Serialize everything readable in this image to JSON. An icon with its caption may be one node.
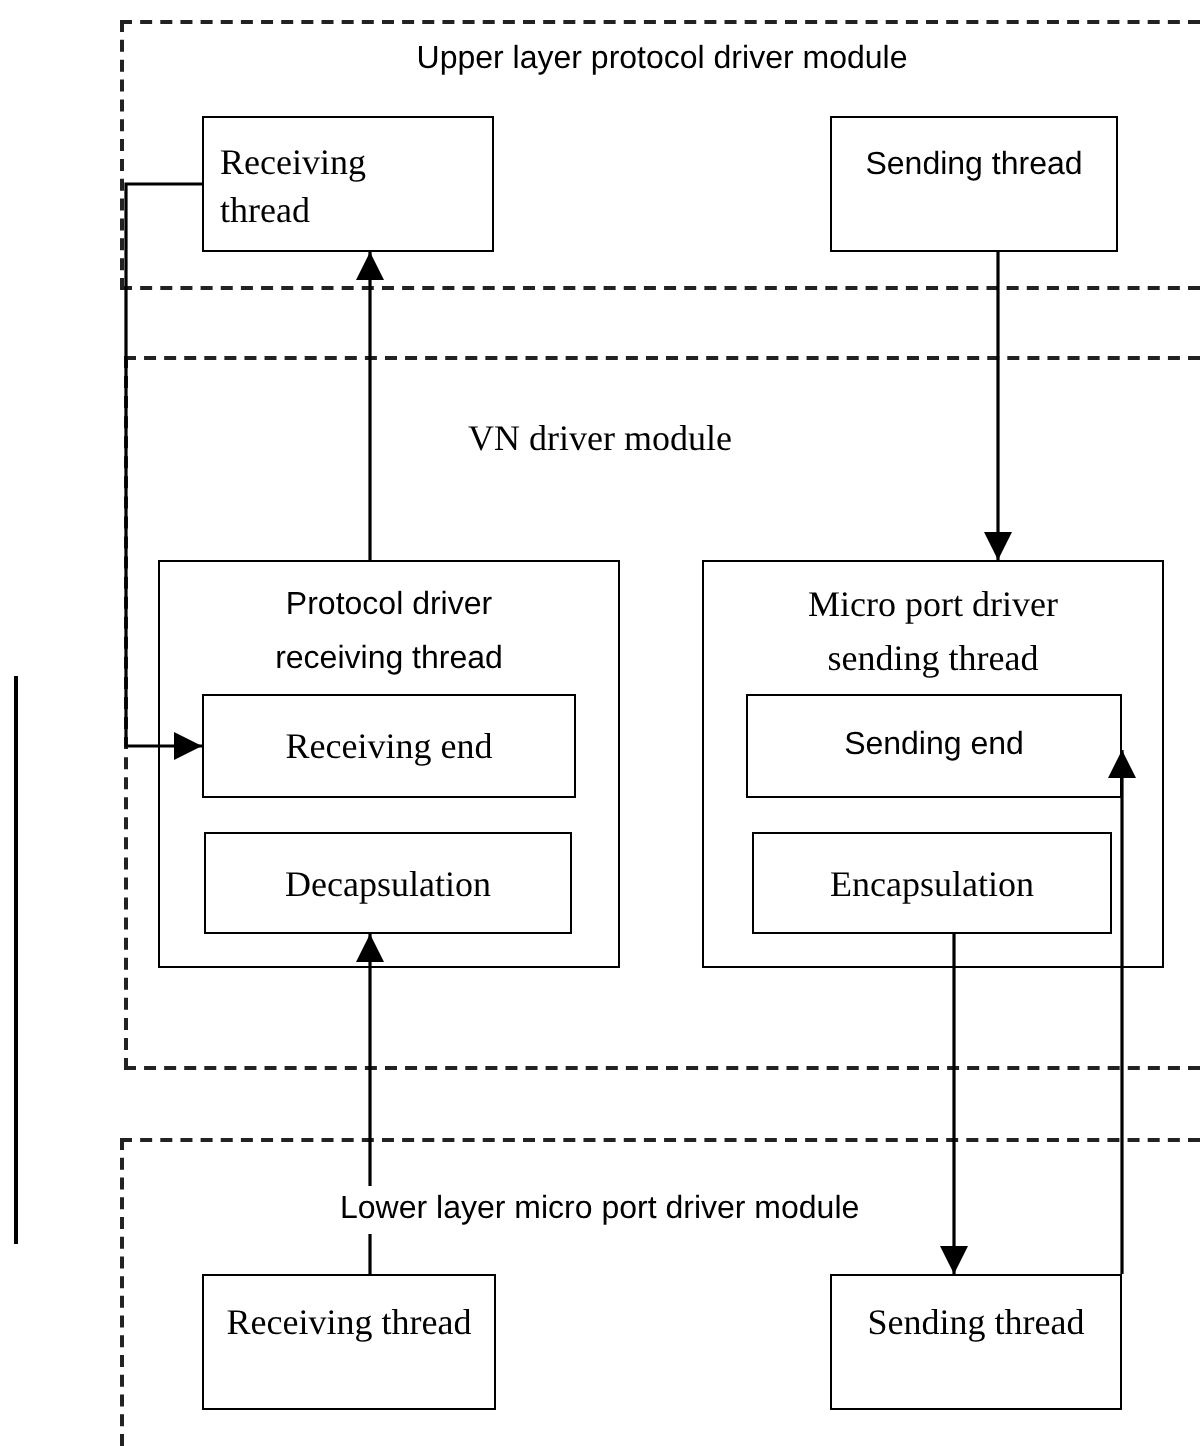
{
  "diagram": {
    "nodes": [
      {
        "text": [
          "Upper layer protocol driver module"
        ]
      },
      {
        "text": [
          "Receiving thread"
        ],
        "in": 0
      },
      {
        "text": [
          "Sending thread"
        ],
        "in": 0
      },
      {
        "text": [
          "VN driver module"
        ]
      },
      {
        "text": [
          "Protocol driver receiving thread"
        ],
        "in": 3
      },
      {
        "text": [
          "Receiving end"
        ],
        "in": 4
      },
      {
        "text": [
          "Decapsulation"
        ],
        "in": 4
      },
      {
        "text": [
          "Micro port driver sending thread"
        ],
        "in": 3
      },
      {
        "text": [
          "Sending end"
        ],
        "in": 7
      },
      {
        "text": [
          "Encapsulation"
        ],
        "in": 7
      },
      {
        "text": [
          "Lower layer micro port driver module"
        ]
      },
      {
        "text": [
          "Receiving thread"
        ],
        "in": 10
      },
      {
        "text": [
          "Sending thread"
        ],
        "in": 10
      }
    ],
    "edges": [
      {
        "from": 1,
        "to": 5,
        "arrow": "to"
      },
      {
        "from": 4,
        "to": 1,
        "arrow": "to"
      },
      {
        "from": 2,
        "to": 7,
        "arrow": "to"
      },
      {
        "from": 11,
        "to": 6,
        "arrow": "to"
      },
      {
        "from": 9,
        "to": 12,
        "arrow": "to"
      },
      {
        "from": 12,
        "to": 8,
        "arrow": "to"
      }
    ]
  }
}
